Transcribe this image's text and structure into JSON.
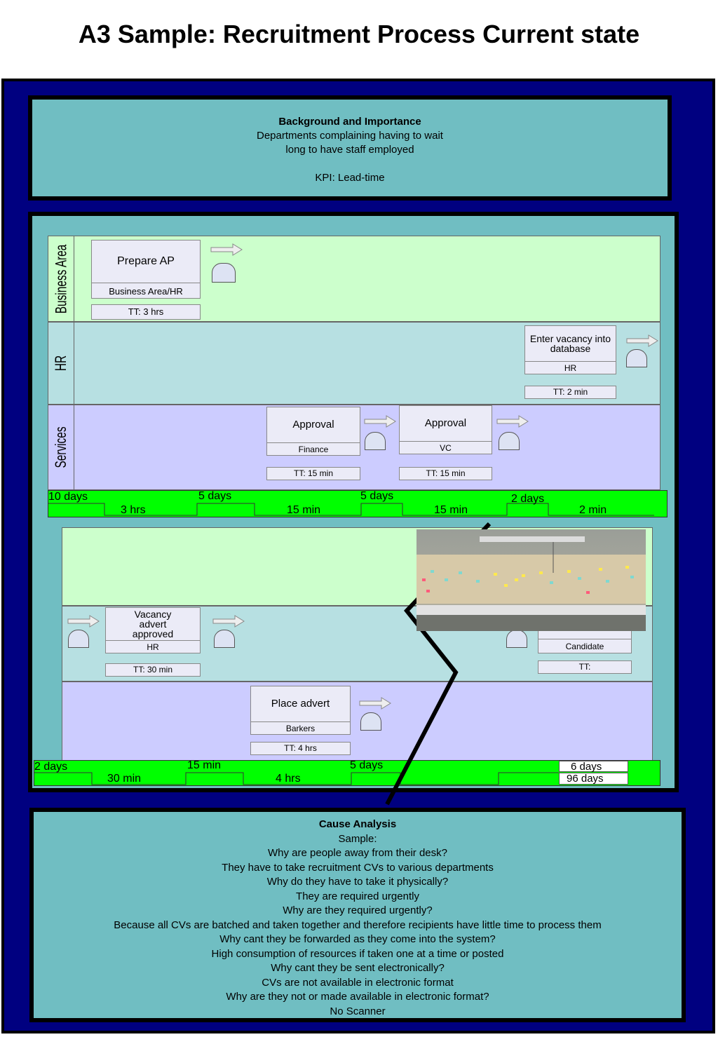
{
  "title": "A3 Sample: Recruitment Process Current state",
  "background": {
    "heading": "Background and Importance",
    "line1": "Departments complaining having to wait",
    "line2": "long to have staff employed",
    "kpi": "KPI: Lead-time"
  },
  "map1": {
    "lanes": [
      "Business Area",
      "HR",
      "Services"
    ],
    "steps": [
      {
        "name": "Prepare AP",
        "owner": "Business Area/HR",
        "tt": "TT: 3 hrs"
      },
      {
        "name": "Enter vacancy into database",
        "owner": "HR",
        "tt": "TT: 2 min"
      },
      {
        "name": "Approval",
        "owner": "Finance",
        "tt": "TT: 15 min"
      },
      {
        "name": "Approval",
        "owner": "VC",
        "tt": "TT: 15 min"
      }
    ],
    "timeline": {
      "waits": [
        "10 days",
        "5 days",
        "5 days",
        "2 days"
      ],
      "process": [
        "3 hrs",
        "15 min",
        "15 min",
        "2 min"
      ]
    }
  },
  "map2": {
    "steps": [
      {
        "name": "Vacancy advert approved",
        "owner": "HR",
        "tt": "TT: 30 min"
      },
      {
        "name": "Place advert",
        "owner": "Barkers",
        "tt": "TT: 4 hrs"
      },
      {
        "owner": "Candidate",
        "tt": "TT:"
      }
    ],
    "timeline": {
      "waits": [
        "2 days",
        "15 min",
        "5 days"
      ],
      "process": [
        "30 min",
        "4 hrs"
      ],
      "total_lead": "6 days",
      "total_process": "96 days"
    }
  },
  "cause": {
    "heading": "Cause Analysis",
    "lines": [
      "Sample:",
      "Why are people away from their desk?",
      "They have to take recruitment CVs  to various departments",
      "Why do they have to take it physically?",
      "They are required urgently",
      "Why are they required urgently?",
      "Because all CVs are batched and taken together and therefore recipients have little time to process them",
      "Why cant they be forwarded as they come into the system?",
      "High consumption of resources if taken one at a time or posted",
      "Why cant they be sent electronically?",
      "CVs are not available in electronic format",
      "Why are they not or made available in electronic format?",
      "No Scanner"
    ]
  },
  "colors": {
    "frame": "#000080",
    "panel": "#70bec2",
    "lane_green": "#ccffcc",
    "lane_blue": "#b7e0e2",
    "lane_purple": "#ccccff",
    "timeline": "#00ff00"
  },
  "icons": [
    "push-arrow-icon",
    "inbox-icon",
    "photo-of-wall-map"
  ]
}
